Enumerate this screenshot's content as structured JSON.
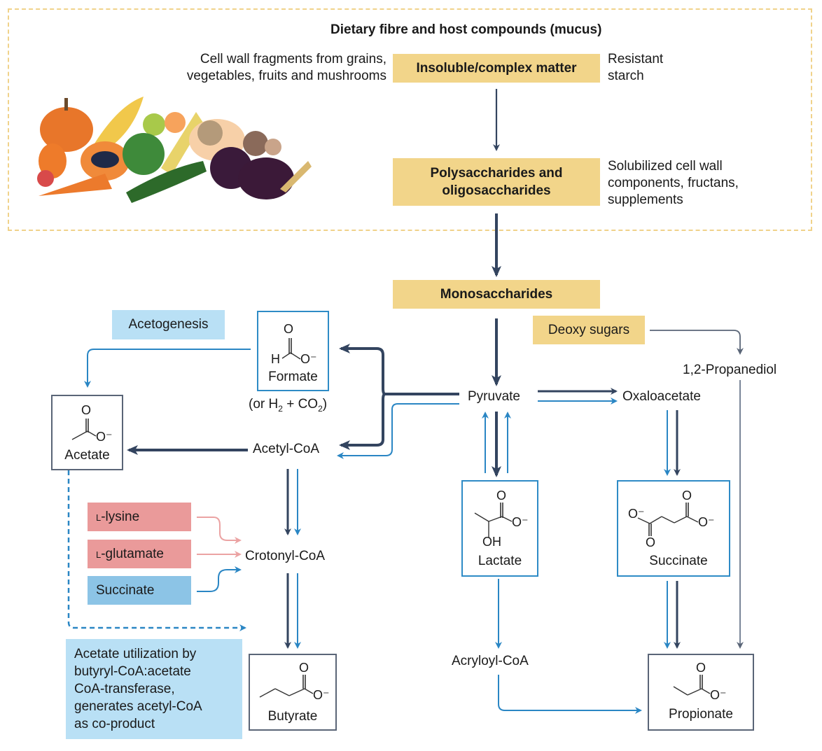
{
  "header": {
    "title": "Dietary fibre and host compounds (mucus)",
    "sources_note": "Cell wall fragments from grains, vegetables, fruits and mushrooms",
    "sources_line1": "Cell wall fragments from grains,",
    "sources_line2": "vegetables, fruits and mushrooms"
  },
  "substrates": {
    "insoluble": "Insoluble/complex matter",
    "insoluble_note_l1": "Resistant",
    "insoluble_note_l2": "starch",
    "poly_l1": "Polysaccharides and",
    "poly_l2": "oligosaccharides",
    "poly_note_l1": "Solubilized cell wall",
    "poly_note_l2": "components, fructans,",
    "poly_note_l3": "supplements",
    "mono": "Monosaccharides",
    "deoxy": "Deoxy sugars"
  },
  "intermediates": {
    "pyruvate": "Pyruvate",
    "oxaloacetate": "Oxaloacetate",
    "propanediol": "1,2-Propanediol",
    "acetyl_coa": "Acetyl-CoA",
    "crotonyl_coa": "Crotonyl-CoA",
    "acryloyl_coa": "Acryloyl-CoA",
    "formate_alt_prefix": "(or H",
    "formate_alt_sub1": "2",
    "formate_alt_mid": " + CO",
    "formate_alt_sub2": "2",
    "formate_alt_suffix": ")"
  },
  "molecules": {
    "formate": "Formate",
    "acetate": "Acetate",
    "lactate": "Lactate",
    "succinate": "Succinate",
    "butyrate": "Butyrate",
    "propionate": "Propionate"
  },
  "inputs": {
    "lysine_prefix": "l",
    "lysine": "-lysine",
    "glutamate_prefix": "l",
    "glutamate": "-glutamate",
    "succinate": "Succinate"
  },
  "labels": {
    "acetogenesis": "Acetogenesis",
    "acetate_util_l1": "Acetate utilization by",
    "acetate_util_l2": "butyryl-CoA:acetate",
    "acetate_util_l3": "CoA-transferase,",
    "acetate_util_l4": "generates acetyl-CoA",
    "acetate_util_l5": "as co-product"
  },
  "atoms": {
    "O": "O",
    "H": "H",
    "OH": "OH",
    "O_minus": "O⁻"
  },
  "colors": {
    "dark_arrow": "#33445f",
    "blue_arrow": "#2a86c4",
    "gray_arrow": "#7a8699",
    "pink_arrow": "#eba3a3",
    "yellow_box": "#f2d58a",
    "pink_box": "#ea9a9a",
    "blue_box": "#8cc4e6",
    "light_blue_box": "#b9e0f5"
  }
}
